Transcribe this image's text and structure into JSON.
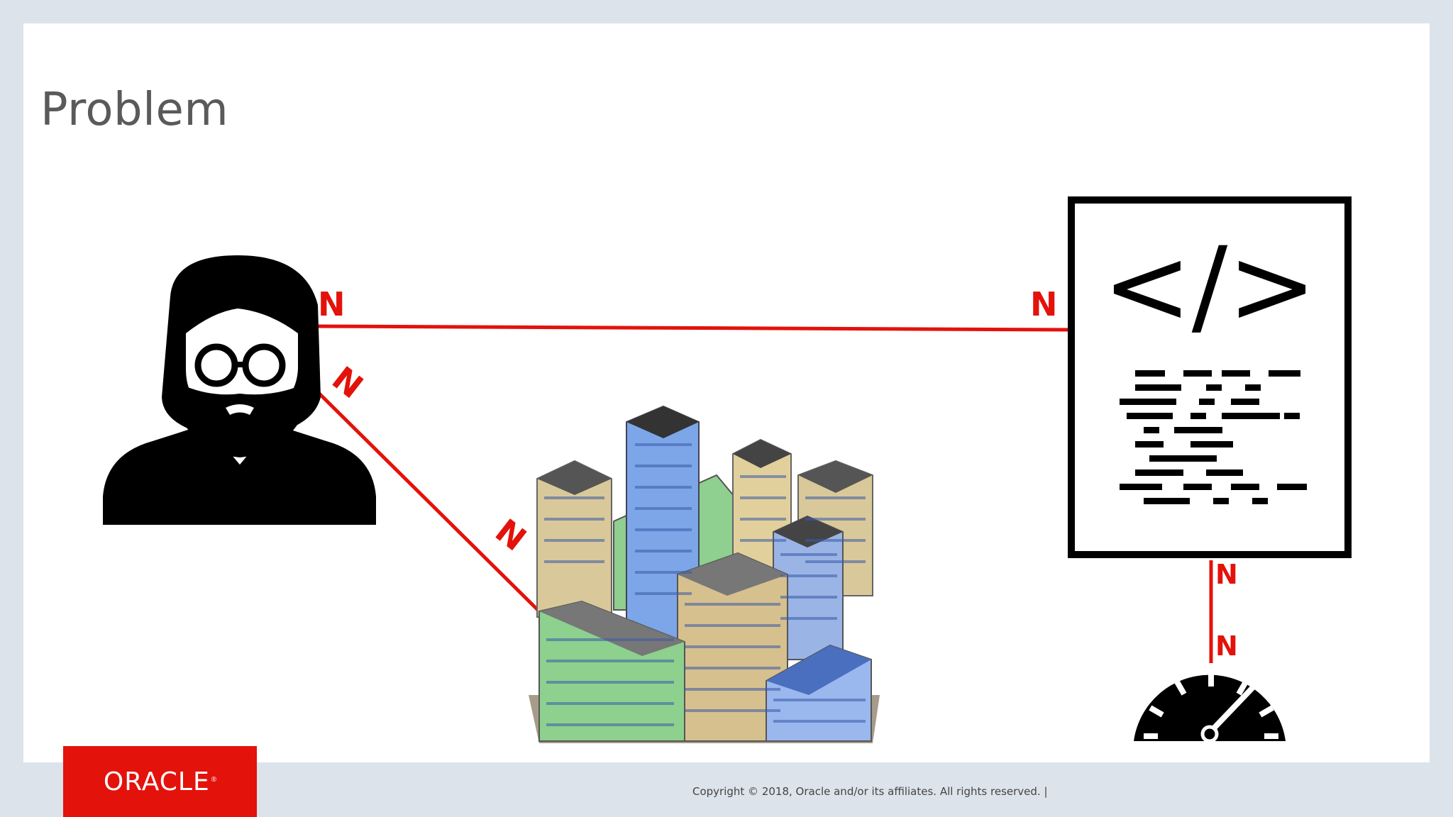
{
  "slide": {
    "title": "Problem",
    "footer": "Copyright © 2018, Oracle and/or its affiliates. All rights reserved.  |",
    "logo_text": "ORACLE",
    "logo_mark": "®"
  },
  "diagram": {
    "nodes": [
      {
        "name": "person-icon"
      },
      {
        "name": "buildings-icon"
      },
      {
        "name": "code-document-icon"
      },
      {
        "name": "speedometer-icon"
      }
    ],
    "edges": [
      {
        "from": "person",
        "to": "document",
        "from_label": "N",
        "to_label": "N"
      },
      {
        "from": "person",
        "to": "buildings",
        "from_label": "N",
        "to_label": "N"
      },
      {
        "from": "document",
        "to": "speedometer",
        "from_label": "N",
        "to_label": "N"
      }
    ],
    "code_symbol": "</>",
    "colors": {
      "edge": "#e3120b",
      "icon": "#000000",
      "accent": "#e3120b"
    }
  }
}
